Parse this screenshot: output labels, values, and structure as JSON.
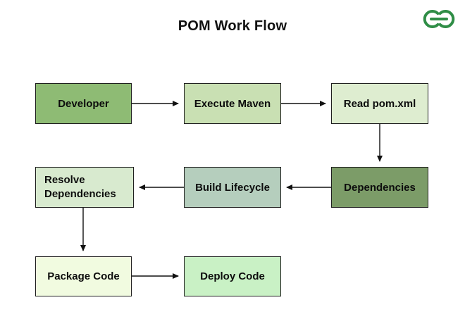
{
  "title": "POM Work Flow",
  "brand": {
    "logo": "geeksforgeeks-logo",
    "color": "#2F8D46"
  },
  "nodes": {
    "developer": {
      "label": "Developer",
      "fill": "#8EBB74"
    },
    "execute_maven": {
      "label": "Execute Maven",
      "fill": "#C9E0B3"
    },
    "read_pom": {
      "label": "Read pom.xml",
      "fill": "#DEEDD0"
    },
    "dependencies": {
      "label": "Dependencies",
      "fill": "#7C9C68"
    },
    "build_lifecycle": {
      "label": "Build Lifecycle",
      "fill": "#B5CEBD"
    },
    "resolve_dependencies": {
      "label": "Resolve Dependencies",
      "fill": "#D8EACF"
    },
    "package_code": {
      "label": "Package Code",
      "fill": "#F1FBE0"
    },
    "deploy_code": {
      "label": "Deploy Code",
      "fill": "#C9F1C5"
    }
  },
  "edges": [
    {
      "from": "developer",
      "to": "execute_maven"
    },
    {
      "from": "execute_maven",
      "to": "read_pom"
    },
    {
      "from": "read_pom",
      "to": "dependencies"
    },
    {
      "from": "dependencies",
      "to": "build_lifecycle"
    },
    {
      "from": "build_lifecycle",
      "to": "resolve_dependencies"
    },
    {
      "from": "resolve_dependencies",
      "to": "package_code"
    },
    {
      "from": "package_code",
      "to": "deploy_code"
    }
  ]
}
